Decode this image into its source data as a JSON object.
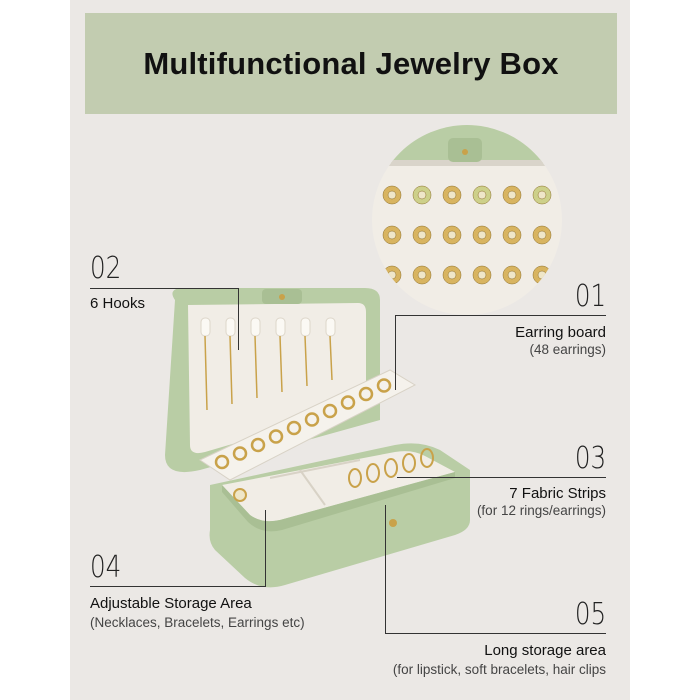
{
  "title": "Multifunctional Jewelry Box",
  "features": [
    {
      "number": "01",
      "title": "Earring board",
      "subtitle": "(48 earrings)"
    },
    {
      "number": "02",
      "title": "6 Hooks",
      "subtitle": ""
    },
    {
      "number": "03",
      "title": "7 Fabric Strips",
      "subtitle": "(for 12 rings/earrings)"
    },
    {
      "number": "04",
      "title": "Adjustable Storage Area",
      "subtitle": "(Necklaces, Bracelets, Earrings etc)"
    },
    {
      "number": "05",
      "title": "Long storage area",
      "subtitle": "(for lipstick, soft bracelets, hair clips"
    }
  ],
  "colors": {
    "banner": "#c2ccb0",
    "background": "#ebe8e5",
    "box_green": "#b9cda5",
    "lining": "#f1ede6",
    "gold": "#c9a24a"
  }
}
